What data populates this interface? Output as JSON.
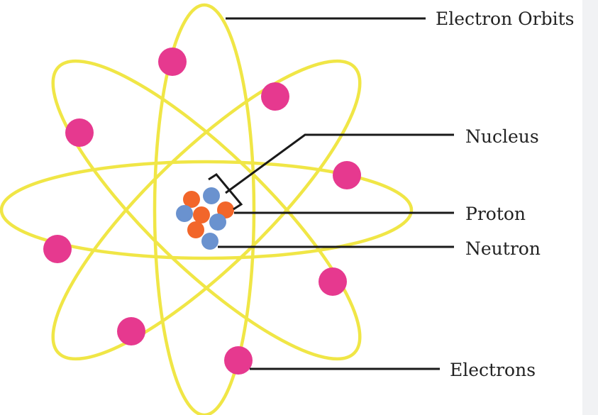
{
  "labels": {
    "electron_orbits": "Electron Orbits",
    "nucleus": "Nucleus",
    "proton": "Proton",
    "neutron": "Neutron",
    "electrons": "Electrons"
  },
  "colors": {
    "orbit": "#F0E646",
    "electron": "#E6398F",
    "proton": "#F2662A",
    "neutron": "#6A92CF",
    "leader_line": "#1A1A1A",
    "background": "#FFFFFF",
    "right_strip": "#F1F2F4"
  }
}
